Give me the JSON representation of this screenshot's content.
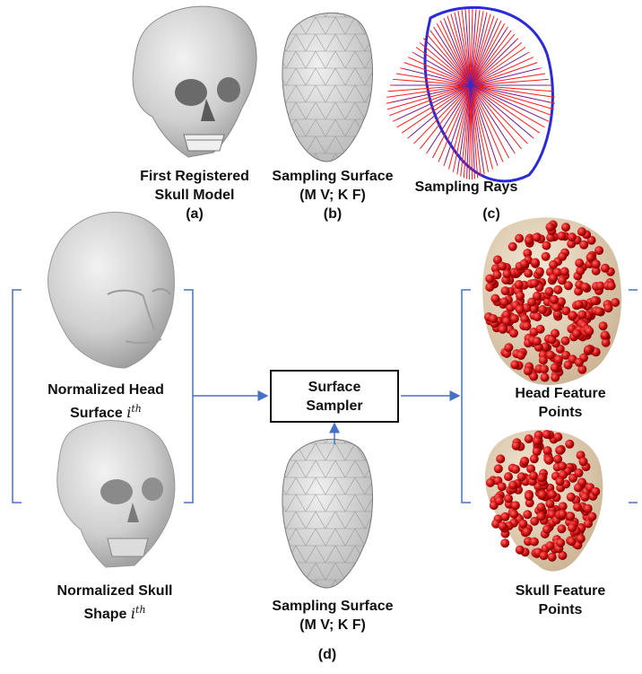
{
  "panels": {
    "a": {
      "caption_line1": "First Registered",
      "caption_line2": "Skull Model",
      "tag": "(a)"
    },
    "b": {
      "caption_line1": "Sampling Surface",
      "caption_line2": "(M V; K F)",
      "tag": "(b)"
    },
    "c": {
      "caption": "Sampling Rays",
      "tag": "(c)"
    },
    "d": {
      "head_line1": "Normalized Head",
      "head_line2": "Surface",
      "head_sym": "i",
      "head_sup": "th",
      "skull_line1": "Normalized Skull",
      "skull_line2": "Shape",
      "skull_sym": "i",
      "skull_sup": "th",
      "sampler_line1": "Surface",
      "sampler_line2": "Sampler",
      "sampling_line1": "Sampling Surface",
      "sampling_line2": "(M V; K F)",
      "head_feat_line1": "Head Feature",
      "head_feat_line2": "Points",
      "skull_feat_line1": "Skull Feature",
      "skull_feat_line2": "Points",
      "tag": "(d)"
    }
  },
  "colors": {
    "bracket": "#4472c4",
    "arrow": "#4472c4",
    "mesh_fill": "#d9d9d9",
    "mesh_line": "#8c8c8c",
    "ray_red": "#ff1a1a",
    "ray_blue": "#2a2ad8",
    "point_red": "#d01010",
    "skin": "#e8d8c0",
    "skull_gray": "#c8c8c8"
  }
}
